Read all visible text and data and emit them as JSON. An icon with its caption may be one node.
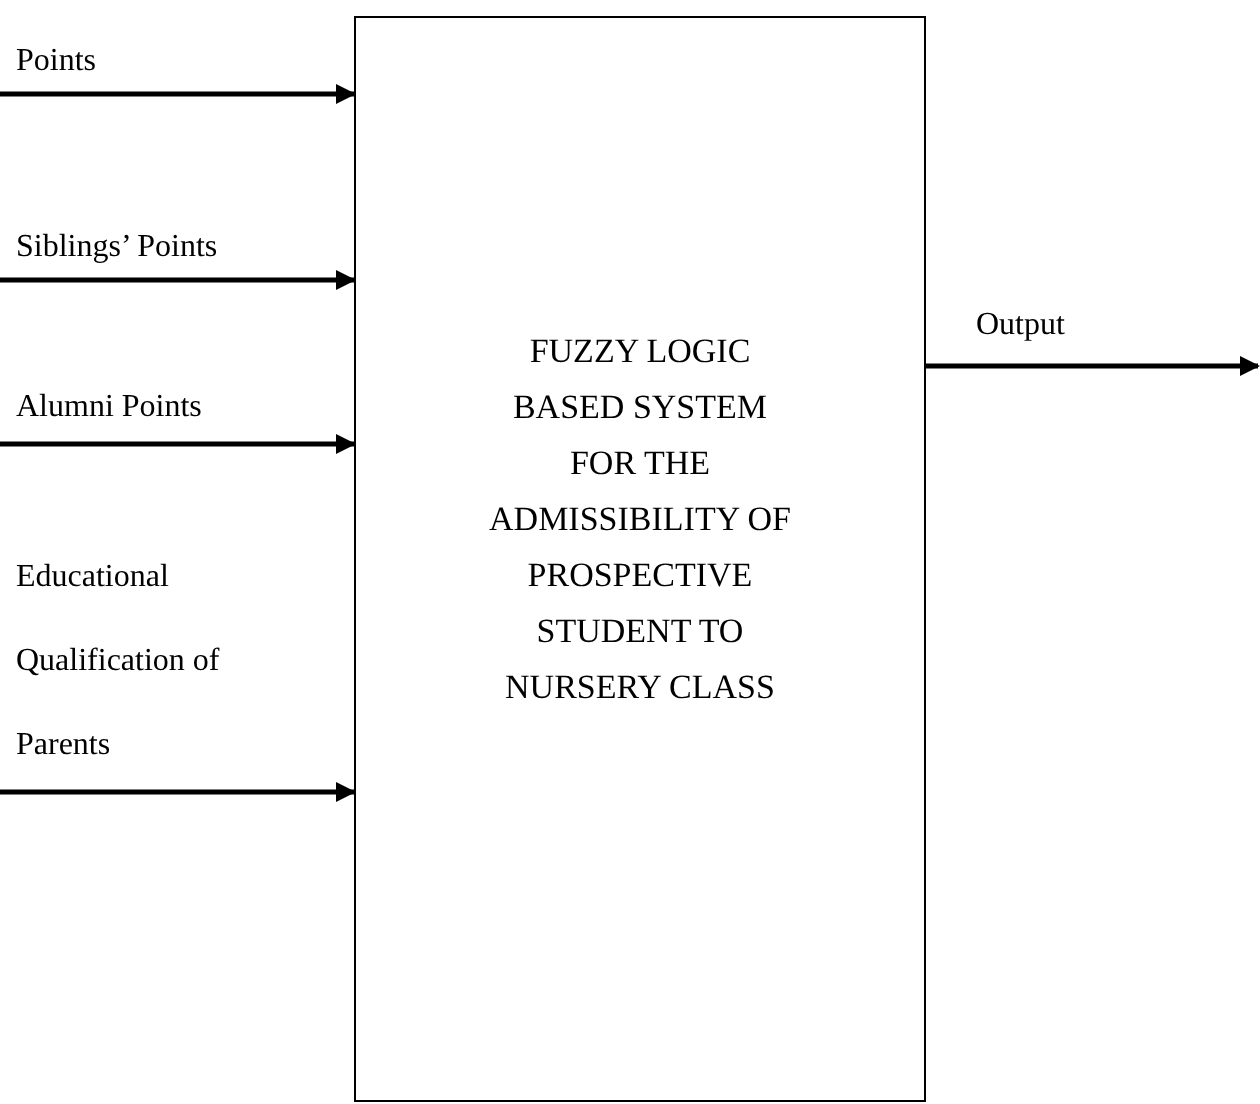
{
  "diagram": {
    "nodes": [
      {
        "text": [
          "FUZZY LOGIC BASED SYSTEM FOR THE ADMISSIBILITY OF PROSPECTIVE STUDENT TO NURSERY CLASS"
        ]
      },
      {
        "text": [
          "Points"
        ]
      },
      {
        "text": [
          "Siblings’ Points"
        ]
      },
      {
        "text": [
          "Alumni Points"
        ]
      },
      {
        "text": [
          "Educational Qualification of Parents"
        ]
      }
    ],
    "edges": [
      {
        "from": 1,
        "to": 0,
        "arrow": "to"
      },
      {
        "from": 2,
        "to": 0,
        "arrow": "to"
      },
      {
        "from": 3,
        "to": 0,
        "arrow": "to"
      },
      {
        "from": 4,
        "to": 0,
        "arrow": "to"
      },
      {
        "from": 0,
        "to": null,
        "arrow": "to",
        "label": "Output"
      }
    ]
  }
}
